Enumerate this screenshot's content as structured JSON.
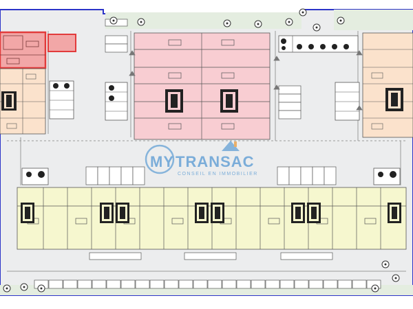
{
  "watermark": {
    "brand_prefix": "MY",
    "brand_suffix": "TRANSAC",
    "tagline": "CONSEIL EN IMMOBILIER"
  },
  "colors": {
    "background": "#ffffff",
    "site_border": "#2b33c8",
    "ground": "#ecedee",
    "landscape": "#e4ede0",
    "lot_highlight": "#e23b3b",
    "pink_units": "#f8cdd2",
    "peach_units": "#fbe2cc",
    "yellow_units": "#f6f7cf",
    "stair_dark": "#222222",
    "watermark_blue": "#6fa7d7",
    "watermark_orange": "#e8a24e"
  },
  "icons": [
    "tree-icon",
    "bin-icon",
    "stair-icon",
    "door-swing-icon"
  ]
}
